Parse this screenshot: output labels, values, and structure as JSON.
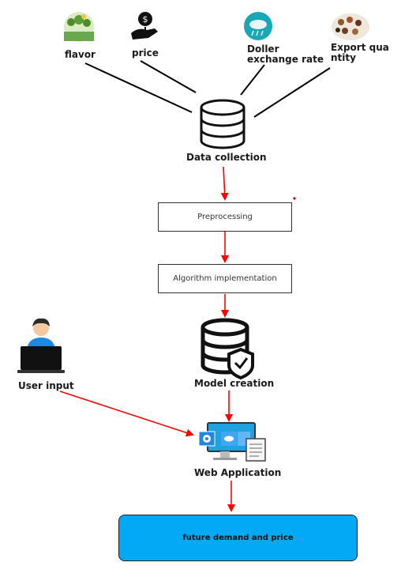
{
  "inputs": {
    "flavor": "flavor",
    "price": "price",
    "doller_line1": "Doller",
    "doller_line2": "exchange rate",
    "export_line1": "Export qua",
    "export_line2": "ntity"
  },
  "nodes": {
    "data_collection": "Data collection",
    "preprocessing": "Preprocessing",
    "algorithm": "Algorithm implementation",
    "model_creation": "Model creation",
    "user_input": "User input",
    "web_application": "Web Application",
    "output": "future demand and price"
  },
  "colors": {
    "arrow": "#ff0000",
    "connector": "#000000",
    "output_fill": "#03a9f4",
    "monitor": "#1fa3e0"
  },
  "icons": [
    "plantation-icon",
    "money-plant-icon",
    "weather-icon",
    "spices-icon",
    "database-icon",
    "database-shield-icon",
    "user-laptop-icon",
    "web-app-monitor-icon"
  ]
}
